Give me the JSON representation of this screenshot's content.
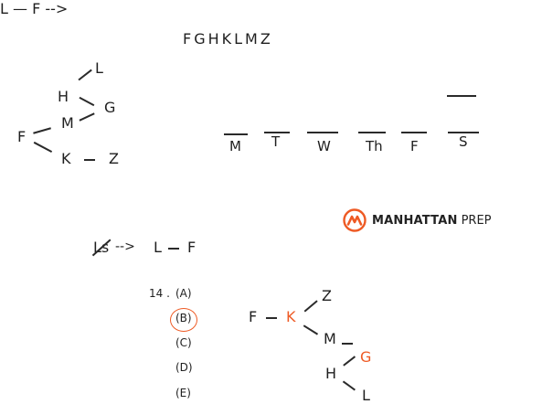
{
  "header": {
    "letters": "FGHKLMZ"
  },
  "tree_left": {
    "nodes": {
      "L": "L",
      "H": "H",
      "G": "G",
      "M": "M",
      "F": "F",
      "K": "K",
      "Z": "Z"
    }
  },
  "schedule": {
    "days": [
      "M",
      "T",
      "W",
      "Th",
      "F",
      "S"
    ]
  },
  "rule": {
    "crossed": "Ls",
    "arrow": "-->",
    "result_left": "L",
    "result_right": "F"
  },
  "brand": {
    "name": "MANHATTAN",
    "sub": "PREP",
    "accent": "#ee5a24"
  },
  "question": {
    "number": "14 .",
    "options": [
      "(A)",
      "(B)",
      "(C)",
      "(D)",
      "(E)"
    ],
    "selected": "(B)"
  },
  "tree_right": {
    "nodes": {
      "Z": "Z",
      "F": "F",
      "K": "K",
      "M": "M",
      "G": "G",
      "H": "H",
      "L": "L"
    },
    "highlighted": [
      "K",
      "G"
    ]
  },
  "colors": {
    "ink": "#1f1f1f",
    "highlight": "#ee5a24"
  }
}
